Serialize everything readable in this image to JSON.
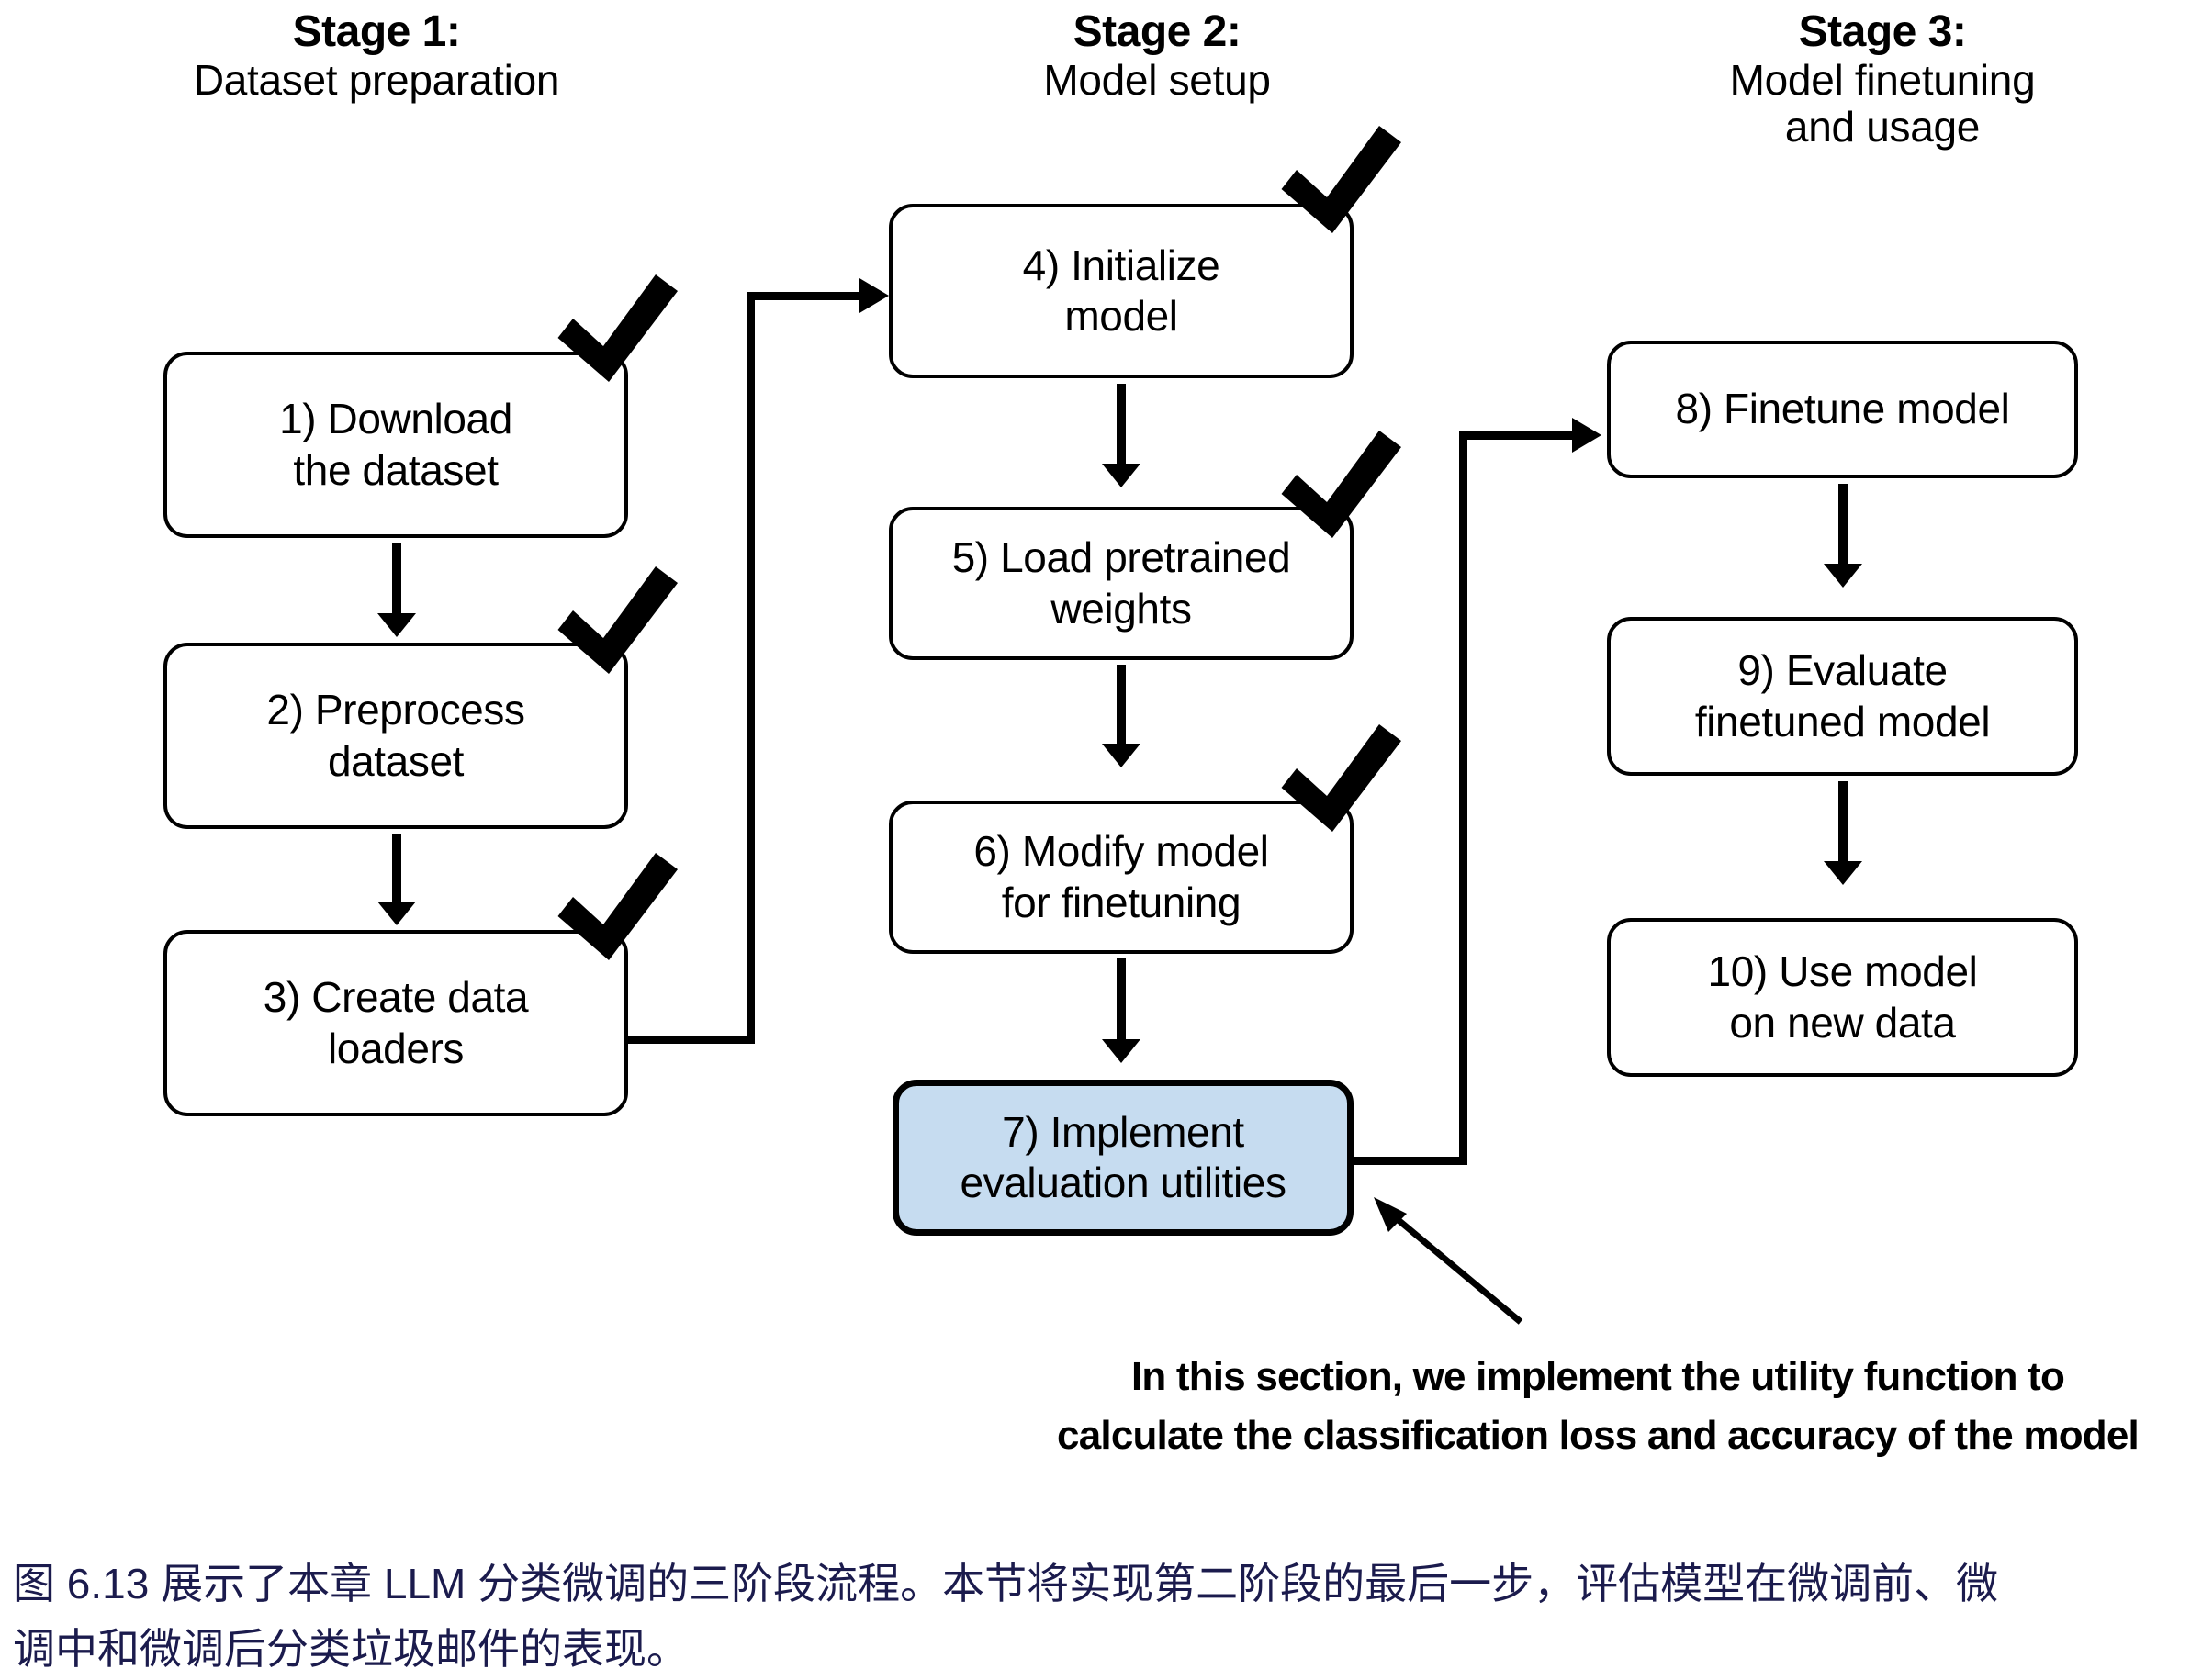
{
  "diagram": {
    "title": "Three-stage LLM classification finetuning pipeline",
    "stages": [
      {
        "title": "Stage 1:",
        "subtitle": "Dataset preparation"
      },
      {
        "title": "Stage 2:",
        "subtitle": "Model setup"
      },
      {
        "title": "Stage 3:",
        "subtitle": "Model finetuning\nand usage"
      }
    ],
    "stage3_sub_line1": "Model finetuning",
    "stage3_sub_line2": "and usage",
    "nodes": [
      {
        "id": 1,
        "line1": "1) Download",
        "line2": "the dataset",
        "done": true,
        "highlight": false
      },
      {
        "id": 2,
        "line1": "2) Preprocess",
        "line2": "dataset",
        "done": true,
        "highlight": false
      },
      {
        "id": 3,
        "line1": "3) Create data",
        "line2": "loaders",
        "done": true,
        "highlight": false
      },
      {
        "id": 4,
        "line1": "4) Initialize",
        "line2": "model",
        "done": true,
        "highlight": false
      },
      {
        "id": 5,
        "line1": "5) Load pretrained",
        "line2": "weights",
        "done": true,
        "highlight": false
      },
      {
        "id": 6,
        "line1": "6) Modify model",
        "line2": "for finetuning",
        "done": true,
        "highlight": false
      },
      {
        "id": 7,
        "line1": "7) Implement",
        "line2": "evaluation utilities",
        "done": false,
        "highlight": true
      },
      {
        "id": 8,
        "line1": "8) Finetune model",
        "line2": "",
        "done": false,
        "highlight": false
      },
      {
        "id": 9,
        "line1": "9) Evaluate",
        "line2": "finetuned model",
        "done": false,
        "highlight": false
      },
      {
        "id": 10,
        "line1": "10) Use model",
        "line2": "on new data",
        "done": false,
        "highlight": false
      }
    ],
    "callout": {
      "line1": "In this section, we implement the utility function to",
      "line2": "calculate the classification loss and accuracy of the model"
    },
    "caption": {
      "line1": "图 6.13 展示了本章 LLM 分类微调的三阶段流程。本节将实现第二阶段的最后一步，评估模型在微调前、微",
      "line2": "调中和微调后分类垃圾邮件的表现。"
    },
    "colors": {
      "highlight_fill": "#c6dcf0",
      "stroke": "#000000",
      "caption_text": "#1b1b4d",
      "background": "#ffffff"
    }
  }
}
